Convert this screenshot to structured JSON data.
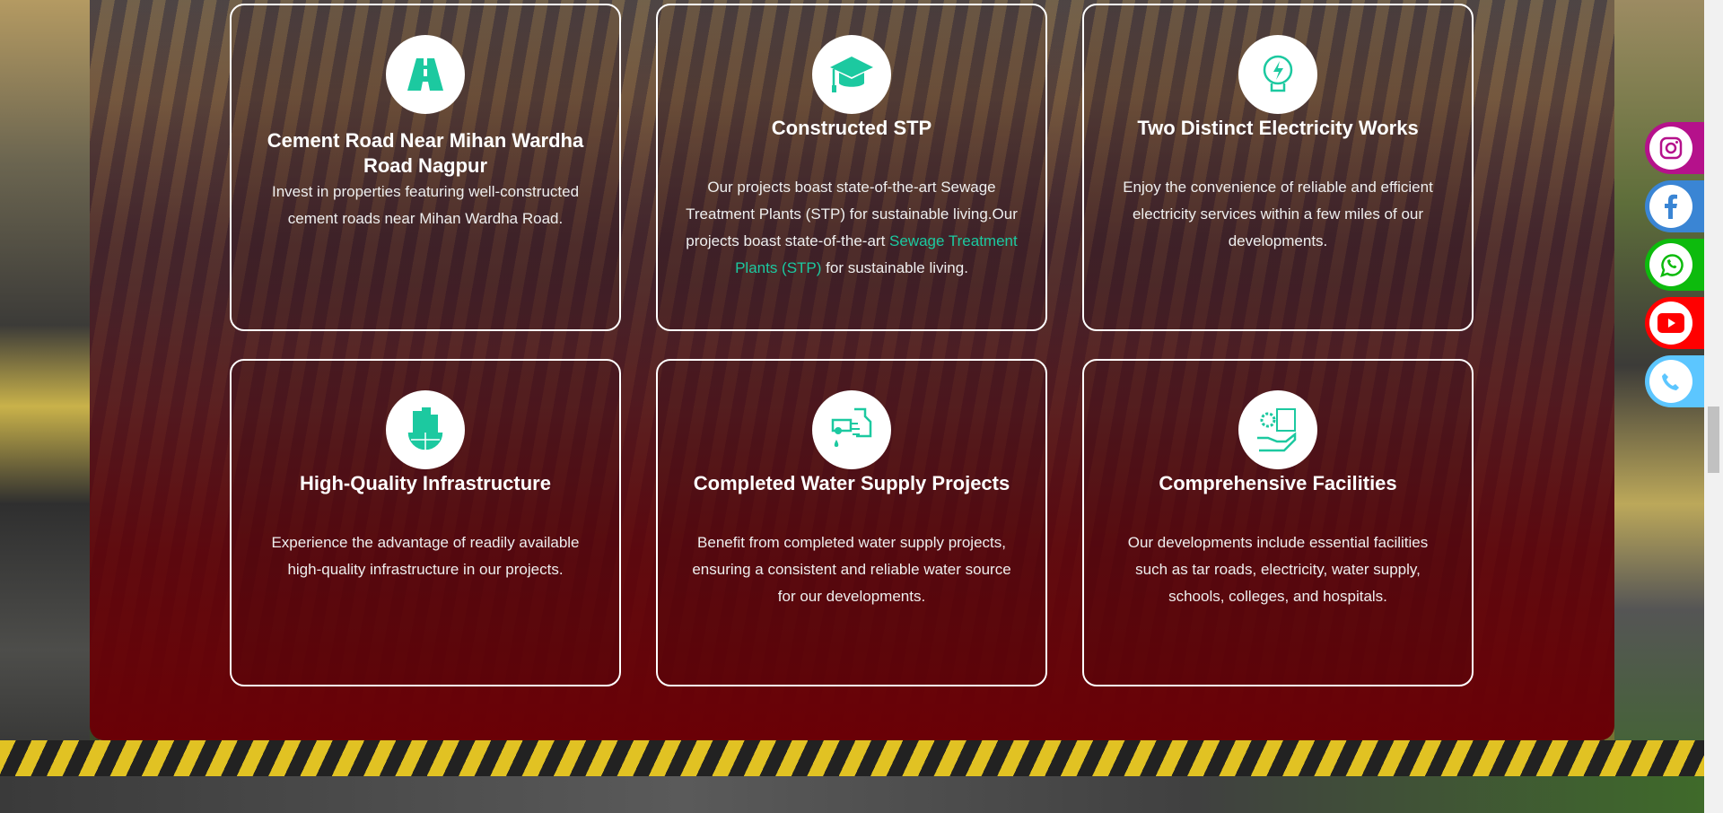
{
  "accent_color": "#1cc9a0",
  "features": [
    {
      "title": "Cement Road Near Mihan Wardha Road Nagpur",
      "icon": "road-icon",
      "description": "Invest in properties featuring well-constructed cement roads near Mihan Wardha Road."
    },
    {
      "title": "Constructed STP",
      "icon": "graduation-cap-icon",
      "description_part1": "Our projects boast state-of-the-art Sewage Treatment Plants (STP) for sustainable living.Our projects boast state-of-the-art ",
      "description_link": "Sewage Treatment Plants (STP)",
      "description_part2": " for sustainable living."
    },
    {
      "title": "Two Distinct Electricity Works",
      "icon": "lightbulb-icon",
      "description": "Enjoy the convenience of reliable and efficient electricity services within a few miles of our developments."
    },
    {
      "title": "High-Quality Infrastructure",
      "icon": "buildings-globe-icon",
      "description": "Experience the advantage of readily available high-quality infrastructure in our projects."
    },
    {
      "title": "Completed Water Supply Projects",
      "icon": "water-tap-icon",
      "description": "Benefit from completed water supply projects, ensuring a consistent and reliable water source for our developments."
    },
    {
      "title": "Comprehensive Facilities",
      "icon": "facilities-hand-icon",
      "description": "Our developments include essential facilities such as tar roads, electricity, water supply, schools, colleges, and hospitals."
    }
  ],
  "social": [
    {
      "name": "instagram",
      "color": "#b5118b"
    },
    {
      "name": "facebook",
      "color": "#3a85d4"
    },
    {
      "name": "whatsapp",
      "color": "#0dbb0d"
    },
    {
      "name": "youtube",
      "color": "#ff0000"
    },
    {
      "name": "phone",
      "color": "#5cc6ff"
    }
  ]
}
